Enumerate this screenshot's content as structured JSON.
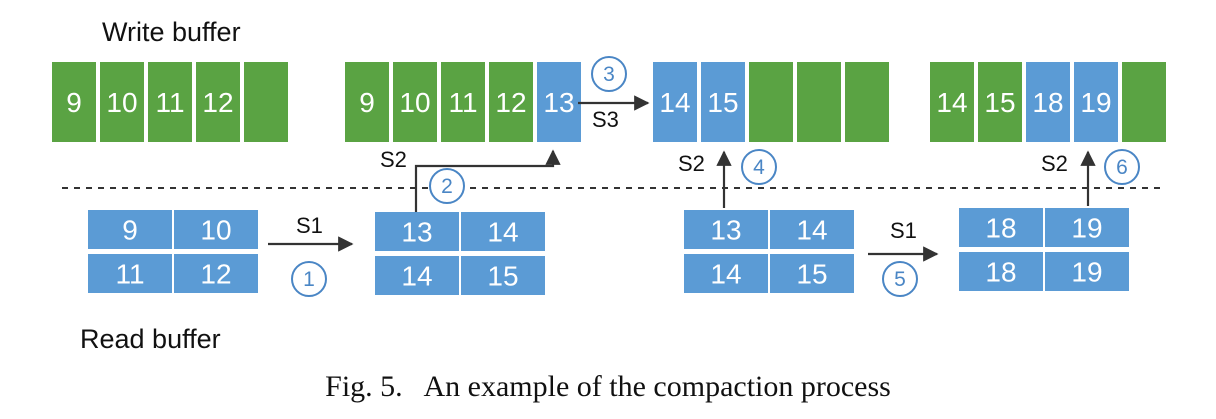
{
  "titles": {
    "write_buffer": "Write buffer",
    "read_buffer": "Read buffer"
  },
  "caption": "Fig. 5.   An example of the compaction process",
  "colors": {
    "green": "#5aa343",
    "blue": "#5b9bd5",
    "arrow": "#333333",
    "step_circle": "#4a86c5",
    "divider": "#333333"
  },
  "write_buffers": [
    {
      "name": "write-buffer-1",
      "cells": [
        {
          "text": "9",
          "color": "green"
        },
        {
          "text": "10",
          "color": "green"
        },
        {
          "text": "11",
          "color": "green"
        },
        {
          "text": "12",
          "color": "green"
        },
        {
          "text": "",
          "color": "green"
        }
      ]
    },
    {
      "name": "write-buffer-2",
      "cells": [
        {
          "text": "9",
          "color": "green"
        },
        {
          "text": "10",
          "color": "green"
        },
        {
          "text": "11",
          "color": "green"
        },
        {
          "text": "12",
          "color": "green"
        },
        {
          "text": "13",
          "color": "blue"
        }
      ]
    },
    {
      "name": "write-buffer-3",
      "cells": [
        {
          "text": "14",
          "color": "blue"
        },
        {
          "text": "15",
          "color": "blue"
        },
        {
          "text": "",
          "color": "green"
        },
        {
          "text": "",
          "color": "green"
        },
        {
          "text": "",
          "color": "green"
        }
      ]
    },
    {
      "name": "write-buffer-4",
      "cells": [
        {
          "text": "14",
          "color": "green"
        },
        {
          "text": "15",
          "color": "green"
        },
        {
          "text": "18",
          "color": "blue"
        },
        {
          "text": "19",
          "color": "blue"
        },
        {
          "text": "",
          "color": "green"
        }
      ]
    }
  ],
  "read_buffers": [
    {
      "name": "read-buffer-1",
      "cells": [
        "9",
        "10",
        "11",
        "12"
      ]
    },
    {
      "name": "read-buffer-2",
      "cells": [
        "13",
        "14",
        "14",
        "15"
      ]
    },
    {
      "name": "read-buffer-3",
      "cells": [
        "13",
        "14",
        "14",
        "15"
      ]
    },
    {
      "name": "read-buffer-4",
      "cells": [
        "18",
        "19",
        "18",
        "19"
      ]
    }
  ],
  "arrow_labels": {
    "s1_a": "S1",
    "s1_b": "S1",
    "s2_a": "S2",
    "s2_b": "S2",
    "s2_c": "S2",
    "s3": "S3"
  },
  "steps": [
    "1",
    "2",
    "3",
    "4",
    "5",
    "6"
  ]
}
